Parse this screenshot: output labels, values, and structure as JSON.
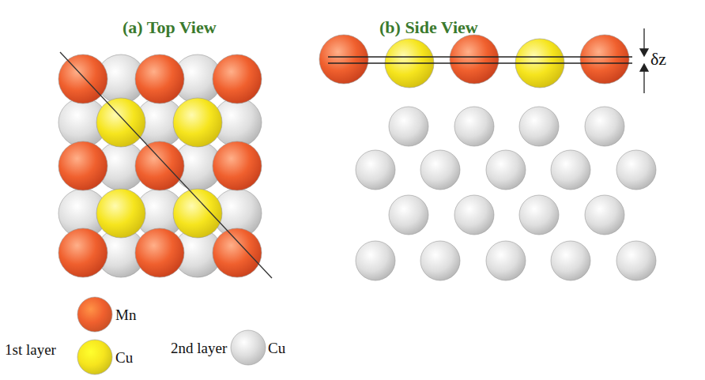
{
  "diagram": {
    "labels": [
      "(a) Top View",
      "(b) Side View",
      "δz",
      "1st layer",
      "2nd layer"
    ],
    "legend": [
      {
        "text": "Mn",
        "color": "#f0602e"
      },
      {
        "text": "Cu",
        "color": "#f6e51e"
      },
      {
        "text": "Cu",
        "color": "#dedede"
      }
    ]
  }
}
